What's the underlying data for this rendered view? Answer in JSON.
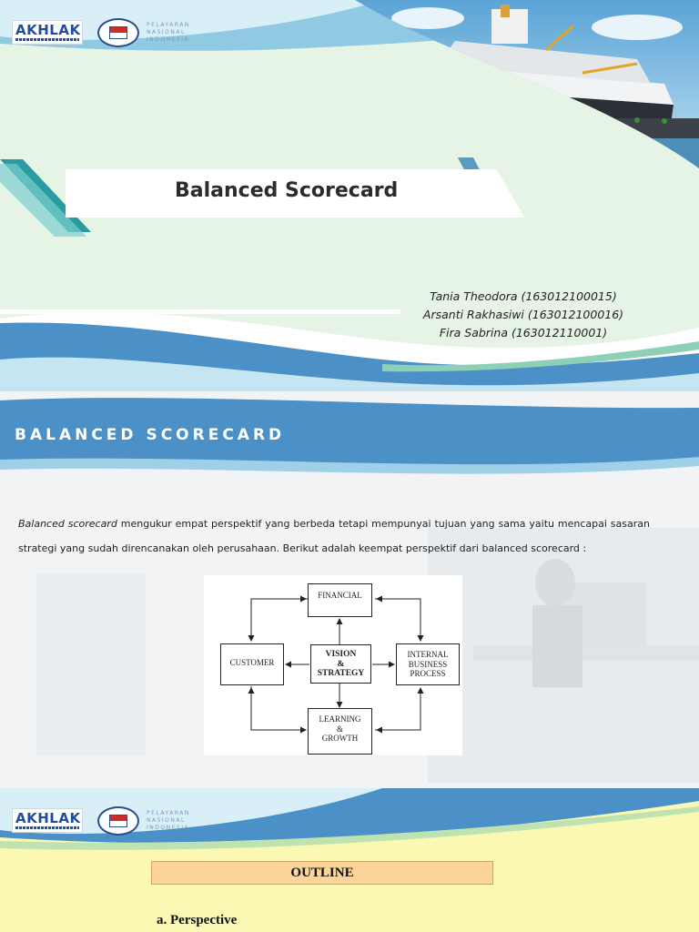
{
  "slide1": {
    "logo_text": "AKHLAK",
    "partner_logo_text": "PELAYARAN NASIONAL INDONESIA",
    "title": "Balanced Scorecard",
    "authors": [
      "Tania Theodora (163012100015)",
      "Arsanti Rakhasiwi (163012100016)",
      "Fira Sabrina (163012110001)"
    ]
  },
  "slide2": {
    "heading": "BALANCED SCORECARD",
    "paragraph_italic": "Balanced scorecard",
    "paragraph_rest": " mengukur empat perspektif yang berbeda tetapi mempunyai tujuan yang sama yaitu mencapai sasaran strategi yang sudah direncanakan oleh perusahaan. Berikut adalah keempat perspektif dari balanced scorecard :",
    "diagram": {
      "top": "FINANCIAL",
      "left": "CUSTOMER",
      "center": [
        "VISION",
        "&",
        "STRATEGY"
      ],
      "right": [
        "INTERNAL",
        "BUSINESS",
        "PROCESS"
      ],
      "bottom": [
        "LEARNING",
        "&",
        "GROWTH"
      ]
    }
  },
  "slide3": {
    "logo_text": "AKHLAK",
    "partner_logo_text": "PELAYARAN NASIONAL INDONESIA",
    "outline_title": "OUTLINE",
    "items": [
      "a.  Perspective"
    ]
  },
  "colors": {
    "wave_blue": "#4b90c6",
    "wave_light": "#9fd0e8",
    "teal": "#2a9c9f",
    "slide1_bg": "#e6f4e6",
    "slide3_bg": "#fbf8b4",
    "outline_fill": "#fbd49a"
  }
}
